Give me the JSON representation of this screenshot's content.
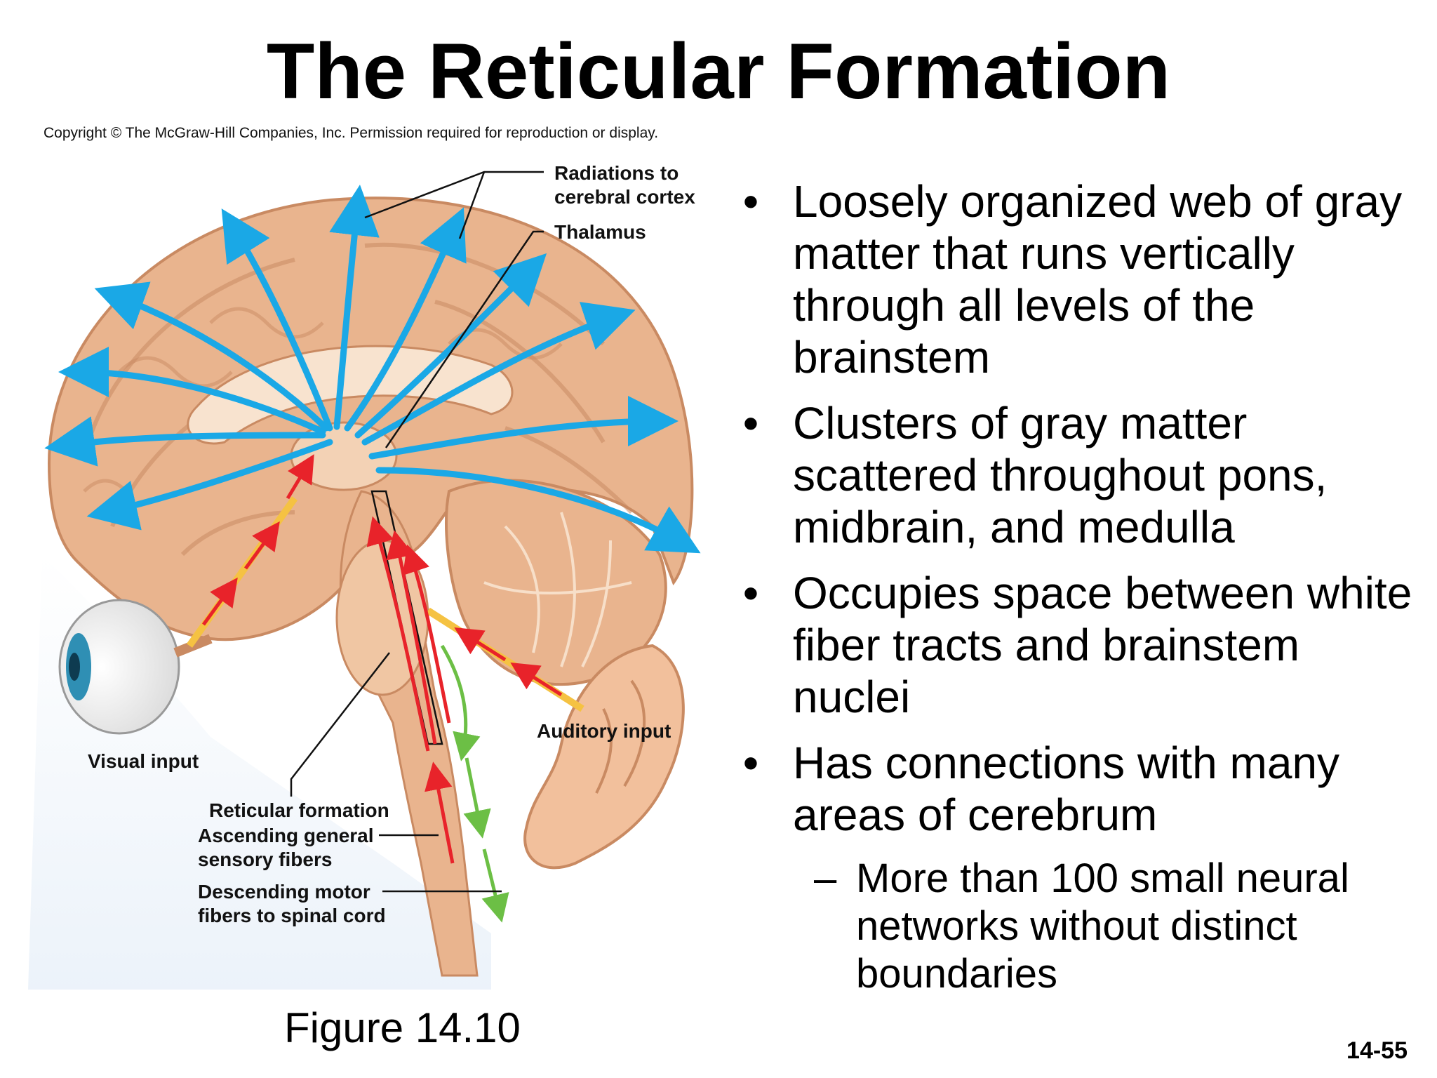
{
  "slide": {
    "title": "The Reticular Formation",
    "copyright": "Copyright © The McGraw-Hill Companies, Inc. Permission required for reproduction or display.",
    "figure_caption": "Figure 14.10",
    "slide_number": "14-55"
  },
  "diagram": {
    "labels": {
      "radiations": [
        "Radiations to",
        "cerebral cortex"
      ],
      "thalamus": "Thalamus",
      "visual_input": "Visual input",
      "auditory_input": "Auditory input",
      "reticular_formation": "Reticular formation",
      "ascending": [
        "Ascending general",
        "sensory fibers"
      ],
      "descending": [
        "Descending motor",
        "fibers to spinal cord"
      ]
    },
    "colors": {
      "brain": "#e9b48e",
      "brain_shadow": "#c98a62",
      "radiation_arrows": "#1aa8e6",
      "ascending_arrows": "#e8232a",
      "descending_arrows": "#6cbf45",
      "input_path": "#f5c242"
    }
  },
  "bullets": [
    {
      "text": "Loosely organized web of gray matter that runs vertically through all levels of the brainstem"
    },
    {
      "text": "Clusters of gray matter scattered throughout pons, midbrain, and medulla"
    },
    {
      "text": "Occupies space between white fiber tracts and brainstem nuclei"
    },
    {
      "text": "Has connections with many areas of cerebrum"
    }
  ],
  "sub_bullets": [
    {
      "text": "More than 100 small neural networks without distinct boundaries"
    }
  ],
  "symbols": {
    "bullet": "•",
    "dash": "–"
  }
}
